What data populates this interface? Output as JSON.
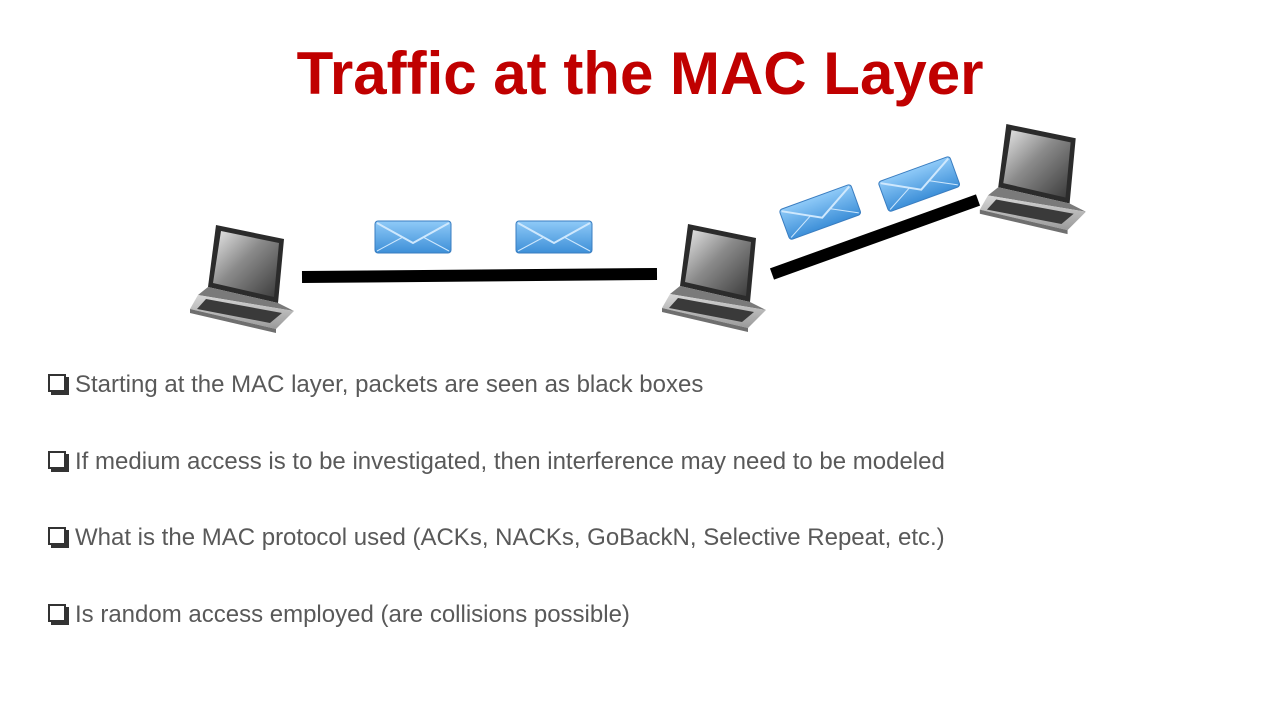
{
  "title": "Traffic at the MAC Layer",
  "colors": {
    "title": "#c00000",
    "text": "#595959",
    "link": "#000000",
    "packet_fill": "#5aa8ea",
    "packet_fold": "#8ec8f7"
  },
  "icons": {
    "bullet": "checkbox-bullet-icon",
    "node": "laptop-icon",
    "packet": "envelope-packet-icon"
  },
  "bullets": [
    "Starting at the MAC layer, packets are seen as black boxes",
    "If medium access is to be investigated, then interference may need to be modeled",
    "What is the MAC protocol used (ACKs, NACKs, GoBackN, Selective Repeat, etc.)",
    "Is random access employed (are collisions possible)"
  ]
}
